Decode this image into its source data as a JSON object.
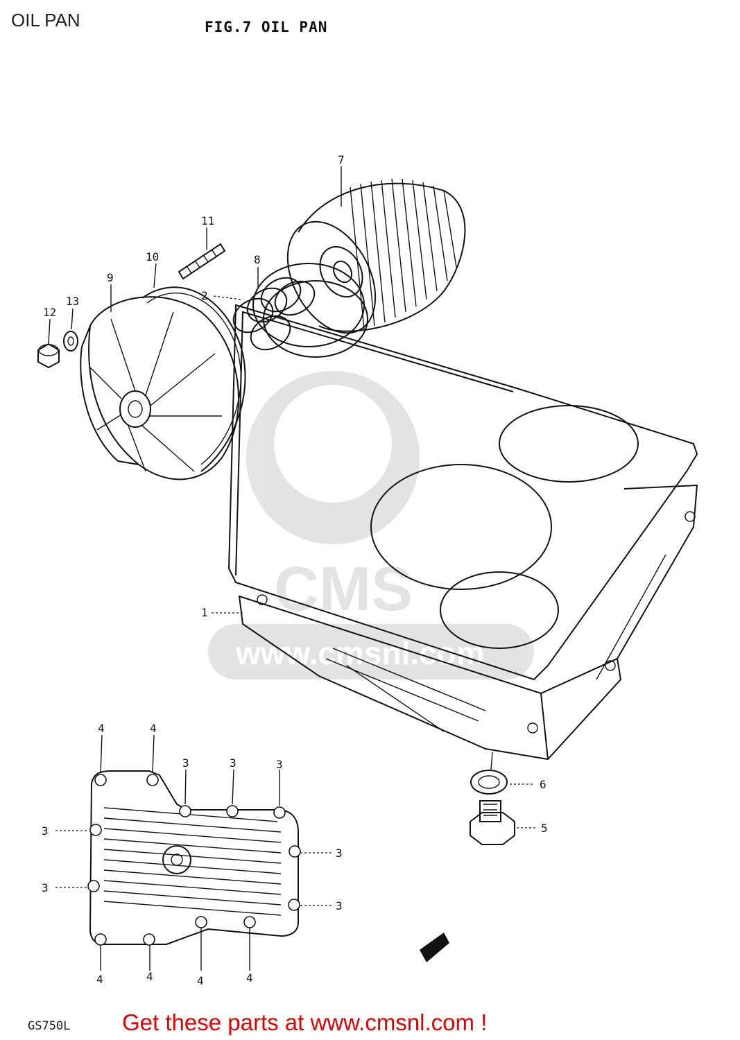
{
  "header": {
    "title": "OIL PAN"
  },
  "figure": {
    "title": "FIG.7  OIL PAN",
    "model_code": "GS750L"
  },
  "footer": {
    "link_text": "Get these parts at www.cmsnl.com !"
  },
  "watermark": {
    "text": "www.cmsnl.com",
    "logo": "CMS"
  },
  "callouts": [
    {
      "id": "c7",
      "label": "7"
    },
    {
      "id": "c11",
      "label": "11"
    },
    {
      "id": "c10",
      "label": "10"
    },
    {
      "id": "c8",
      "label": "8"
    },
    {
      "id": "c9",
      "label": "9"
    },
    {
      "id": "c13",
      "label": "13"
    },
    {
      "id": "c12",
      "label": "12"
    },
    {
      "id": "c2",
      "label": "2"
    },
    {
      "id": "c1",
      "label": "1"
    },
    {
      "id": "c6",
      "label": "6"
    },
    {
      "id": "c5",
      "label": "5"
    },
    {
      "id": "c4a",
      "label": "4"
    },
    {
      "id": "c4b",
      "label": "4"
    },
    {
      "id": "c4c",
      "label": "4"
    },
    {
      "id": "c4d",
      "label": "4"
    },
    {
      "id": "c4e",
      "label": "4"
    },
    {
      "id": "c4f",
      "label": "4"
    },
    {
      "id": "c3a",
      "label": "3"
    },
    {
      "id": "c3b",
      "label": "3"
    },
    {
      "id": "c3c",
      "label": "3"
    },
    {
      "id": "c3d",
      "label": "3"
    },
    {
      "id": "c3e",
      "label": "3"
    },
    {
      "id": "c3f",
      "label": "3"
    },
    {
      "id": "c3g",
      "label": "3"
    }
  ]
}
